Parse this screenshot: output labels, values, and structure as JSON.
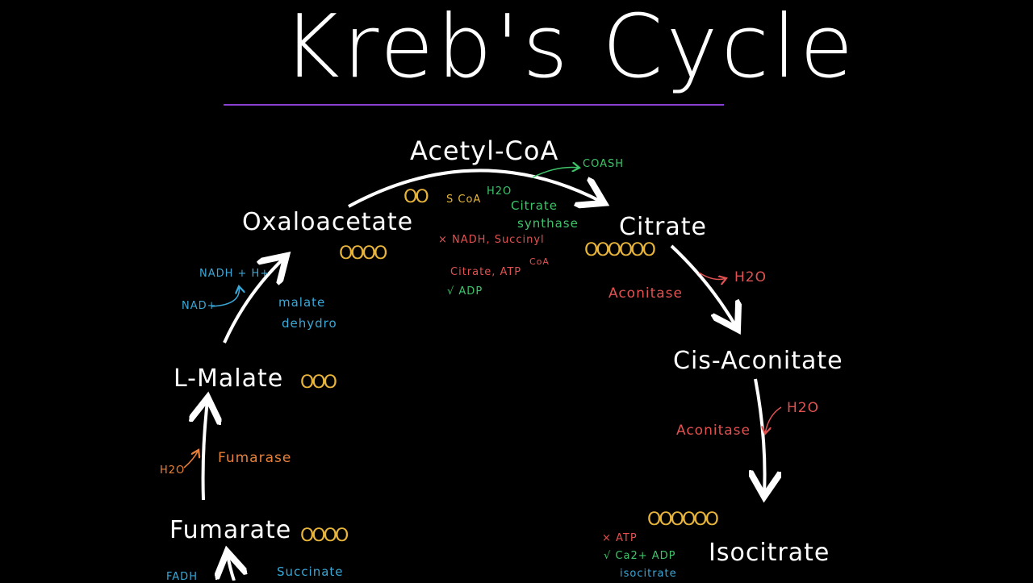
{
  "colors": {
    "background": "#000000",
    "text": "#ffffff",
    "title_rule": "#8a3fd1",
    "carbons": "#e8b53a",
    "enzyme_red": "#e05252",
    "enzyme_orange": "#e8803a",
    "cofactor_green": "#3ec46a",
    "cofactor_blue": "#3aa8d8"
  },
  "title": "Kreb's Cycle",
  "molecules": {
    "acetyl_coa": "Acetyl-CoA",
    "oxaloacetate": "Oxaloacetate",
    "citrate": "Citrate",
    "cis_aconitate": "Cis-Aconitate",
    "isocitrate": "Isocitrate",
    "l_malate": "L-Malate",
    "fumarate": "Fumarate"
  },
  "carbons": {
    "acetyl": "OO",
    "oxaloacetate": "OOOO",
    "citrate": "OOOOOO",
    "l_malate": "OOO",
    "fumarate": "OOOO",
    "isocitrate": "OOOOOO"
  },
  "annotations": {
    "s_coa": "S CoA",
    "h2o_citrate": "H2O",
    "coash": "COASH",
    "citrate_synthase_1": "Citrate",
    "citrate_synthase_2": "synthase",
    "inhib_1": "× NADH, Succinyl",
    "inhib_2": "Citrate, ATP",
    "inhib_coa": "CoA",
    "activ_1": "√ ADP",
    "aconitase_1": "Aconitase",
    "h2o_aconitase_1": "H2O",
    "aconitase_2": "Aconitase",
    "h2o_aconitase_2": "H2O",
    "nadh_h": "NADH + H+",
    "nad": "NAD+",
    "malate_dh_1": "malate",
    "malate_dh_2": "dehydro",
    "fumarase": "Fumarase",
    "h2o_fumarase": "H2O",
    "isocit_inhib": "× ATP",
    "isocit_activ": "√ Ca2+ ADP",
    "isocit_enzyme": "isocitrate",
    "succinate": "Succinate",
    "fad_partial": "FADH"
  }
}
